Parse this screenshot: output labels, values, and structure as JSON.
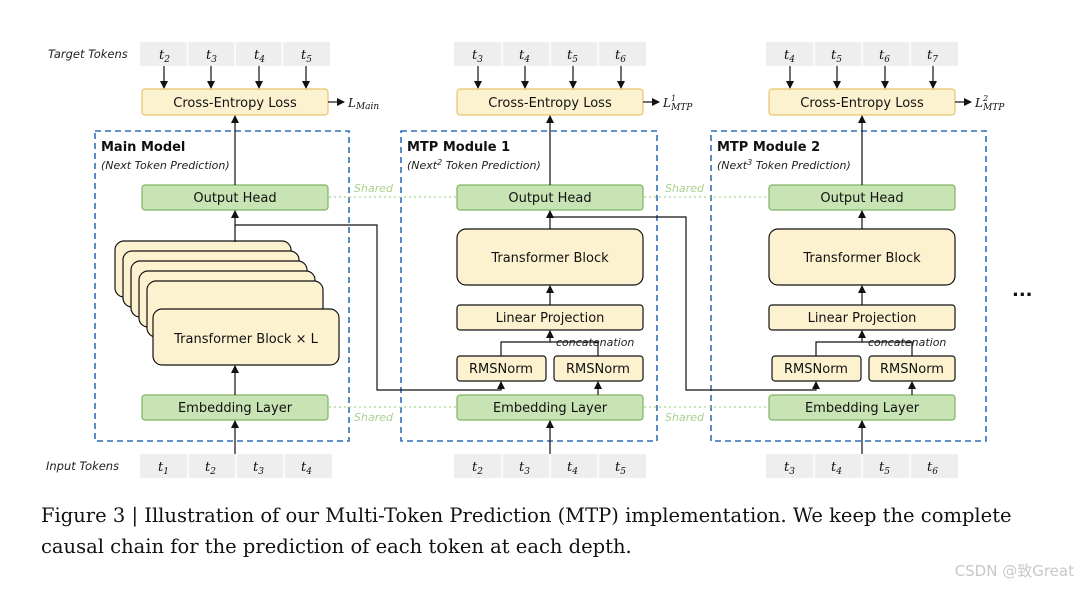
{
  "labels": {
    "target_tokens": "Target Tokens",
    "input_tokens": "Input Tokens",
    "shared": "Shared",
    "concatenation": "concatenation",
    "ellipsis": "..."
  },
  "main": {
    "title": "Main Model",
    "subtitle": "(Next Token Prediction)",
    "loss": "Cross-Entropy Loss",
    "loss_symbol": "L",
    "loss_sub": "Main",
    "output_head": "Output Head",
    "transformer": "Transformer Block × L",
    "embedding": "Embedding Layer",
    "targets": [
      "t",
      "t",
      "t",
      "t"
    ],
    "targets_sub": [
      "2",
      "3",
      "4",
      "5"
    ],
    "inputs": [
      "t",
      "t",
      "t",
      "t"
    ],
    "inputs_sub": [
      "1",
      "2",
      "3",
      "4"
    ]
  },
  "mtp1": {
    "title": "MTP Module 1",
    "subtitle_a": "(Next",
    "subtitle_sup": "2",
    "subtitle_b": " Token Prediction)",
    "loss": "Cross-Entropy Loss",
    "loss_symbol": "L",
    "loss_sup": "1",
    "loss_sub": "MTP",
    "output_head": "Output Head",
    "transformer": "Transformer Block",
    "linear": "Linear Projection",
    "rmsnorm_a": "RMSNorm",
    "rmsnorm_b": "RMSNorm",
    "embedding": "Embedding Layer",
    "targets": [
      "t",
      "t",
      "t",
      "t"
    ],
    "targets_sub": [
      "3",
      "4",
      "5",
      "6"
    ],
    "inputs": [
      "t",
      "t",
      "t",
      "t"
    ],
    "inputs_sub": [
      "2",
      "3",
      "4",
      "5"
    ]
  },
  "mtp2": {
    "title": "MTP Module 2",
    "subtitle_a": "(Next",
    "subtitle_sup": "3",
    "subtitle_b": " Token Prediction)",
    "loss": "Cross-Entropy Loss",
    "loss_symbol": "L",
    "loss_sup": "2",
    "loss_sub": "MTP",
    "output_head": "Output Head",
    "transformer": "Transformer Block",
    "linear": "Linear Projection",
    "rmsnorm_a": "RMSNorm",
    "rmsnorm_b": "RMSNorm",
    "embedding": "Embedding Layer",
    "targets": [
      "t",
      "t",
      "t",
      "t"
    ],
    "targets_sub": [
      "4",
      "5",
      "6",
      "7"
    ],
    "inputs": [
      "t",
      "t",
      "t",
      "t"
    ],
    "inputs_sub": [
      "3",
      "4",
      "5",
      "6"
    ]
  },
  "caption": "Figure 3 | Illustration of our Multi-Token Prediction (MTP) implementation.  We keep the complete causal chain for the prediction of each token at each depth.",
  "watermark": "CSDN @致Great",
  "colors": {
    "loss_fill": "#fdf2d0",
    "loss_stroke": "#e6c46a",
    "green_fill": "#c9e4b4",
    "green_stroke": "#7fb266",
    "token_fill": "#eeeeee",
    "module_border": "#2f6fb5",
    "shared_line": "#b7dc9d"
  }
}
